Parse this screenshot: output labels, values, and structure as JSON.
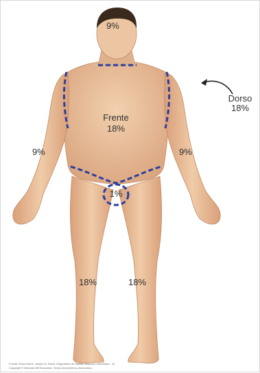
{
  "regions": {
    "head": "9%",
    "front_label": "Frente",
    "front_value": "18%",
    "back_label": "Dorso",
    "back_value": "18%",
    "arm_right": "9%",
    "arm_left": "9%",
    "genital": "1%",
    "leg_right": "18%",
    "leg_left": "18%"
  },
  "credit": {
    "line1": "Fuente: Ross Harris, Joseph N. Davis: Diagnóstico de familia: aspectos esenciales , 1e",
    "line2": "Copyright © McGraw-Hill Education. Todos los derechos reservados."
  },
  "colors": {
    "outline": "#2b3f9e",
    "skin": "#e7bd98",
    "hair": "#3a2a1e",
    "label": "#2f2f2f"
  }
}
